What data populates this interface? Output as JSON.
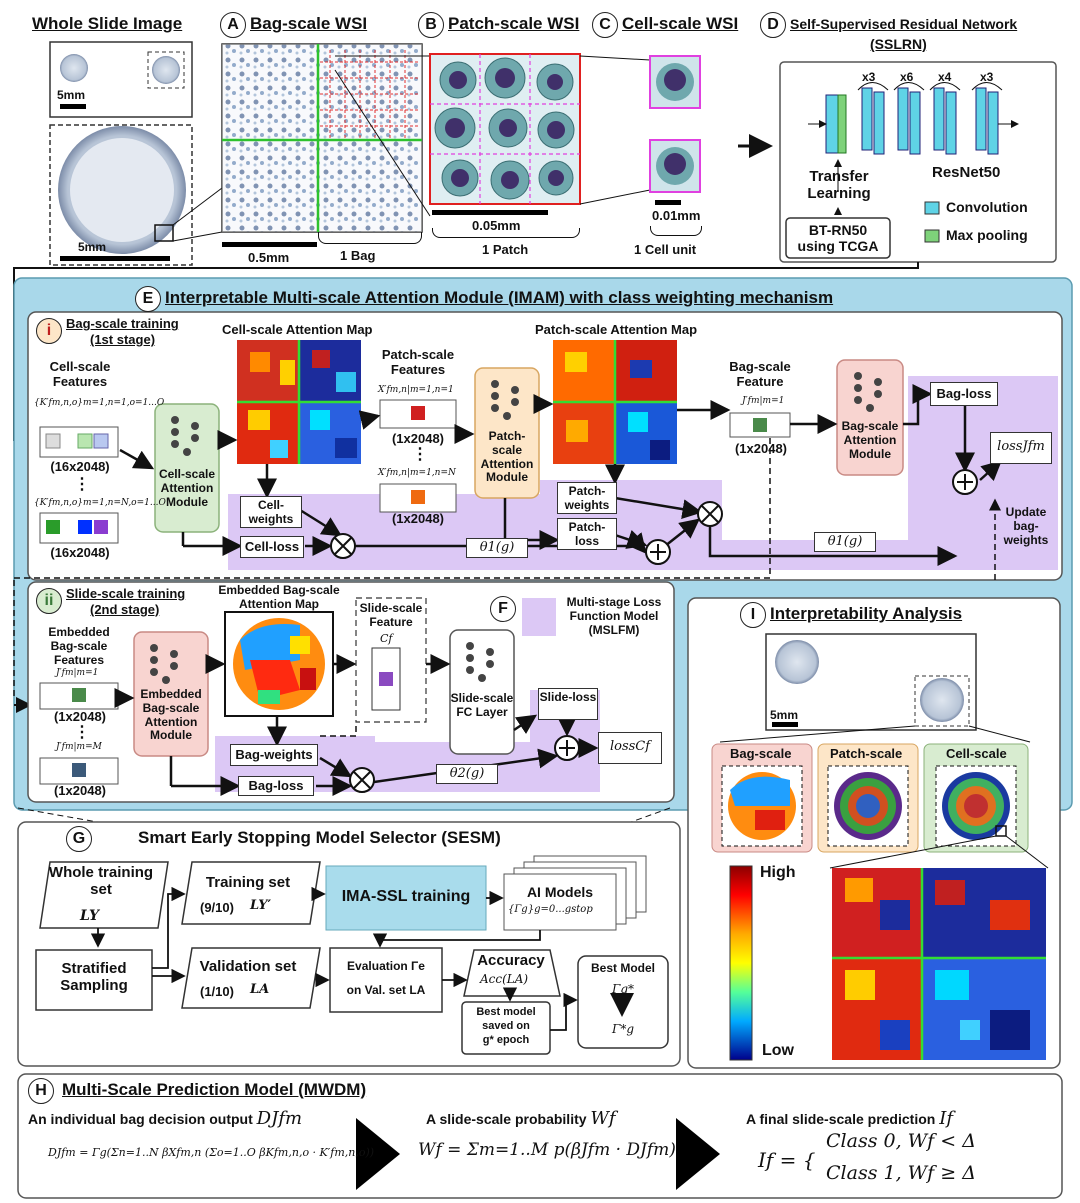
{
  "top": {
    "whole_slide": "Whole Slide Image",
    "A": {
      "letter": "A",
      "title": "Bag-scale WSI",
      "scale": "0.5mm",
      "bag": "1 Bag"
    },
    "B": {
      "letter": "B",
      "title": "Patch-scale WSI",
      "scale": "0.05mm",
      "patch": "1 Patch"
    },
    "C": {
      "letter": "C",
      "title": "Cell-scale WSI",
      "scale": "0.01mm",
      "cell": "1 Cell unit"
    },
    "D": {
      "letter": "D",
      "title": "Self-Supervised Residual Network",
      "subtitle": "(SSLRN)",
      "x3a": "x3",
      "x6": "x6",
      "x4": "x4",
      "x3b": "x3",
      "transfer": "Transfer Learning",
      "resnet": "ResNet50",
      "btrn": "BT-RN50 using TCGA",
      "conv": "Convolution",
      "maxpool": "Max pooling"
    },
    "scale_5mm_a": "5mm",
    "scale_5mm_b": "5mm"
  },
  "E": {
    "letter": "E",
    "title": "Interpretable Multi-scale Attention Module (IMAM) with class weighting mechanism",
    "i": {
      "letter": "i",
      "title1": "Bag-scale training",
      "title2": "(1st stage)"
    },
    "cell_features": "Cell-scale Features",
    "cell_feat_math1": "{K′fm,n,o}m=1,n=1,o=1...O",
    "cell_feat_math2": "{K′fm,n,o}m=1,n=N,o=1...O",
    "dim16a": "(16x2048)",
    "dim16b": "(16x2048)",
    "dots": "⋮",
    "cell_module": "Cell-scale Attention Module",
    "cell_map": "Cell-scale Attention Map",
    "patch_features": "Patch-scale Features",
    "patch_math1": "X′fm,n|m=1,n=1",
    "patch_math2": "X′fm,n|m=1,n=N",
    "dim1a": "(1x2048)",
    "dim1b": "(1x2048)",
    "patch_module": "Patch-scale Attention Module",
    "patch_map": "Patch-scale Attention Map",
    "bag_feature": "Bag-scale Feature",
    "bag_math": "J′fm|m=1",
    "dim1c": "(1x2048)",
    "bag_module": "Bag-scale Attention Module",
    "bag_loss": "Bag-loss",
    "loss_J": "lossJfm",
    "cell_weights": "Cell-weights",
    "cell_loss": "Cell-loss",
    "patch_weights": "Patch-weights",
    "patch_loss": "Patch-loss",
    "theta1a": "θ1(g)",
    "theta1b": "θ1(g)",
    "update": "Update bag-weights"
  },
  "ii": {
    "letter": "ii",
    "title1": "Slide-scale training",
    "title2": "(2nd stage)",
    "emb_features": "Embedded Bag-scale Features",
    "emb_math1": "J′fm|m=1",
    "emb_math2": "J′fm|m=M",
    "dim_a": "(1x2048)",
    "dim_b": "(1x2048)",
    "emb_map": "Embedded Bag-scale Attention Map",
    "emb_module": "Embedded Bag-scale Attention Module",
    "slide_feature": "Slide-scale Feature",
    "slide_math": "Cf",
    "fc_layer": "Slide-scale FC Layer",
    "F_letter": "F",
    "mslfm": "Multi-stage Loss Function Model (MSLFM)",
    "bag_weights": "Bag-weights",
    "bag_loss": "Bag-loss",
    "slide_loss": "Slide-loss",
    "theta2": "θ2(g)",
    "loss_C": "lossCf"
  },
  "G": {
    "letter": "G",
    "title": "Smart Early Stopping Model Selector (SESM)",
    "whole": "Whole training set",
    "whole_math": "LY",
    "stratified": "Stratified Sampling",
    "train_set": "Training set",
    "train_frac": "(9/10)",
    "train_math": "LY′",
    "val_set": "Validation set",
    "val_frac": "(1/10)",
    "val_math": "LA",
    "ima": "IMA-SSL training",
    "ai_models": "AI Models",
    "ai_math": "{Γg}g=0...gstop",
    "eval1": "Evaluation Γe",
    "eval2": "on Val. set LA",
    "accuracy": "Accuracy",
    "acc_math": "Acc(LA)",
    "best_saved1": "Best model",
    "best_saved2": "saved on",
    "best_saved3": "g* epoch",
    "best_model": "Best Model",
    "best_math1": "Γg*",
    "best_math2": "Γ*g"
  },
  "I": {
    "letter": "I",
    "title": "Interpretability Analysis",
    "scale": "5mm",
    "bag_scale": "Bag-scale",
    "patch_scale": "Patch-scale",
    "cell_scale": "Cell-scale",
    "high": "High",
    "low": "Low"
  },
  "H": {
    "letter": "H",
    "title": "Multi-Scale Prediction Model (MWDM)",
    "desc1": "An individual bag decision output",
    "desc1_math": "DJfm",
    "desc2": "A slide-scale probability",
    "desc2_math": "Wf",
    "desc3": "A final slide-scale prediction",
    "desc3_math": "If",
    "formula1": "DJfm = Γg(Σn=1..N βXfm,n (Σo=1..O βKfm,n,o · K′fm,n,o))",
    "formula2": "Wf = Σm=1..M p(βJfm · DJfm)",
    "formula3a": "If = {",
    "formula3b": "Class 0, Wf < Δ",
    "formula3c": "Class 1, Wf ≥ Δ"
  },
  "colors": {
    "cyan": "#5fd3e6",
    "green": "#7ed27a",
    "purple": "#dcc8f5",
    "panel_blue": "#a9d8ea"
  }
}
